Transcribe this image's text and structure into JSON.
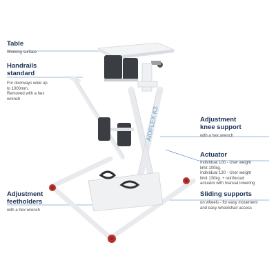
{
  "colors": {
    "heading": "#1a2f55",
    "text": "#4a4a4a",
    "accent_text": "#2f6db5",
    "leader_line": "#3f73b8",
    "frame": "#eef0f3",
    "pad": "#3a3d42",
    "wheel": "#b8322d"
  },
  "labels": {
    "table": {
      "title": "Table",
      "desc": "Working surface"
    },
    "handrails": {
      "title_line1": "Handrails",
      "title_line2": "standard",
      "desc_line1": "For doorways wide up",
      "desc_line2": "to 1000mm.",
      "desc_line3": "Removed with a hex",
      "desc_line4": "wrench"
    },
    "knee": {
      "title_line1": "Adjustment",
      "title_line2": "knee support",
      "desc": "with a hex wrench"
    },
    "actuator": {
      "title": "Actuator",
      "desc_line1": "Individual 100 - User weight",
      "desc_line2": "limit 100kg.",
      "desc_line3": "Individual 130 - User weight",
      "desc_line4": "limit 130kg. + reinforced",
      "desc_line5": "actuator with manual lowering"
    },
    "feetholders": {
      "title_line1": "Adjustment",
      "title_line2": "feetholders",
      "desc": "with a hex wrench"
    },
    "sliding": {
      "title": "Sliding supports",
      "desc_line1": "on wheels - for easy movement",
      "desc_line2": "and easy wheelchair access"
    }
  },
  "device": {
    "brand_text": "AIDFLEX K3"
  }
}
